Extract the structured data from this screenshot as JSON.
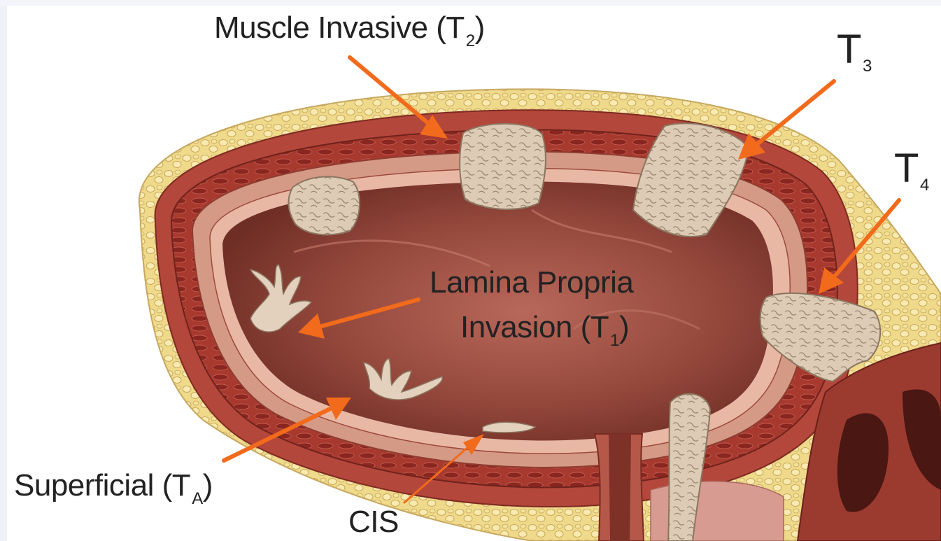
{
  "labels": {
    "muscle_invasive": {
      "text": "Muscle Invasive (T",
      "sub": "2",
      "close": ")"
    },
    "t3": {
      "text": "T",
      "sub": "3"
    },
    "t4": {
      "text": "T",
      "sub": "4"
    },
    "lamina_line1": "Lamina Propria",
    "lamina_line2": {
      "text": "Invasion (T",
      "sub": "1",
      "close": ")"
    },
    "superficial": {
      "text": "Superficial (T",
      "sub": "A",
      "close": ")"
    },
    "cis": "CIS"
  },
  "colors": {
    "arrow": "#f26a1b",
    "fat": "#f0dc8e",
    "muscle": "#a83a32",
    "mucosa": "#9e4a3e",
    "tumor": "#dccab5",
    "label_text": "#222222"
  }
}
